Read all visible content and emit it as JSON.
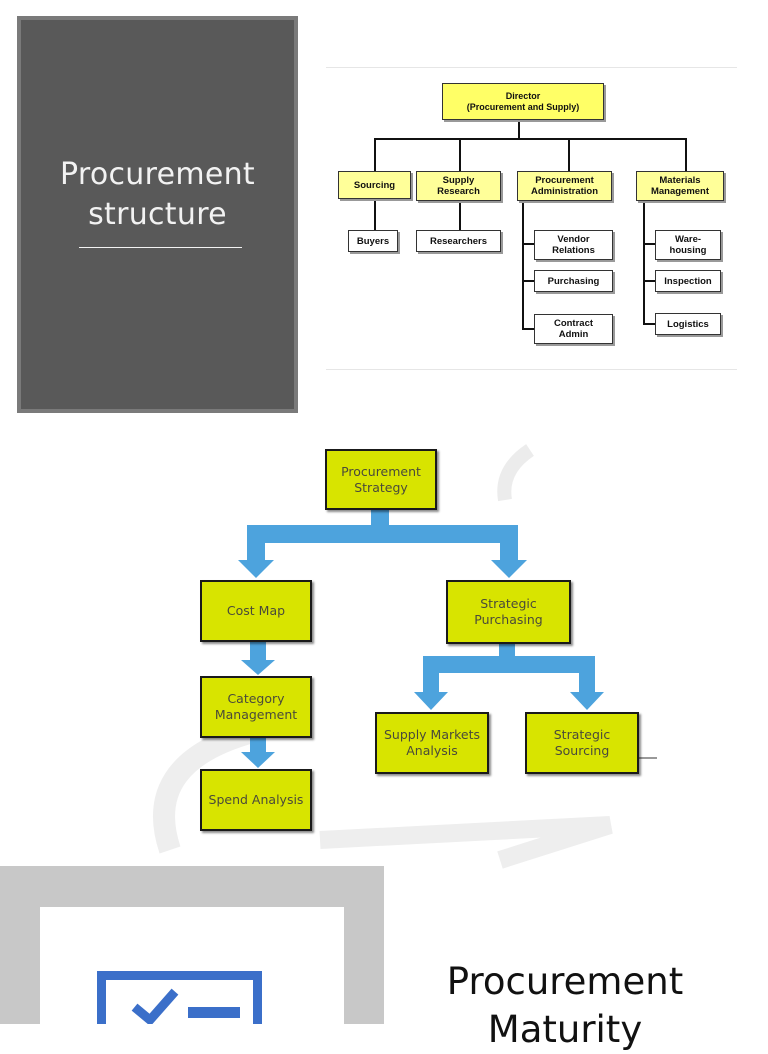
{
  "slide1": {
    "title": "Procurement\nstructure",
    "org_chart": {
      "director": "Director\n(Procurement and Supply)",
      "departments": [
        {
          "label": "Sourcing",
          "children": [
            "Buyers"
          ]
        },
        {
          "label": "Supply\nResearch",
          "children": [
            "Researchers"
          ]
        },
        {
          "label": "Procurement\nAdministration",
          "children": [
            "Vendor\nRelations",
            "Purchasing",
            "Contract\nAdmin"
          ]
        },
        {
          "label": "Materials\nManagement",
          "children": [
            "Ware-\nhousing",
            "Inspection",
            "Logistics"
          ]
        }
      ]
    }
  },
  "slide2": {
    "nodes": {
      "root": "Procurement\nStrategy",
      "cost_map": "Cost Map",
      "strategic_purchasing": "Strategic\nPurchasing",
      "category_management": "Category\nManagement",
      "spend_analysis": "Spend Analysis",
      "supply_markets_analysis": "Supply Markets\nAnalysis",
      "strategic_sourcing": "Strategic\nSourcing"
    },
    "colors": {
      "box_fill": "#d8e400",
      "arrow": "#4da3dd"
    }
  },
  "slide3": {
    "title": "Procurement\nMaturity",
    "icon": "checklist-icon",
    "colors": {
      "icon_blue": "#3b6fc9",
      "panel": "#c8c8c8"
    }
  }
}
